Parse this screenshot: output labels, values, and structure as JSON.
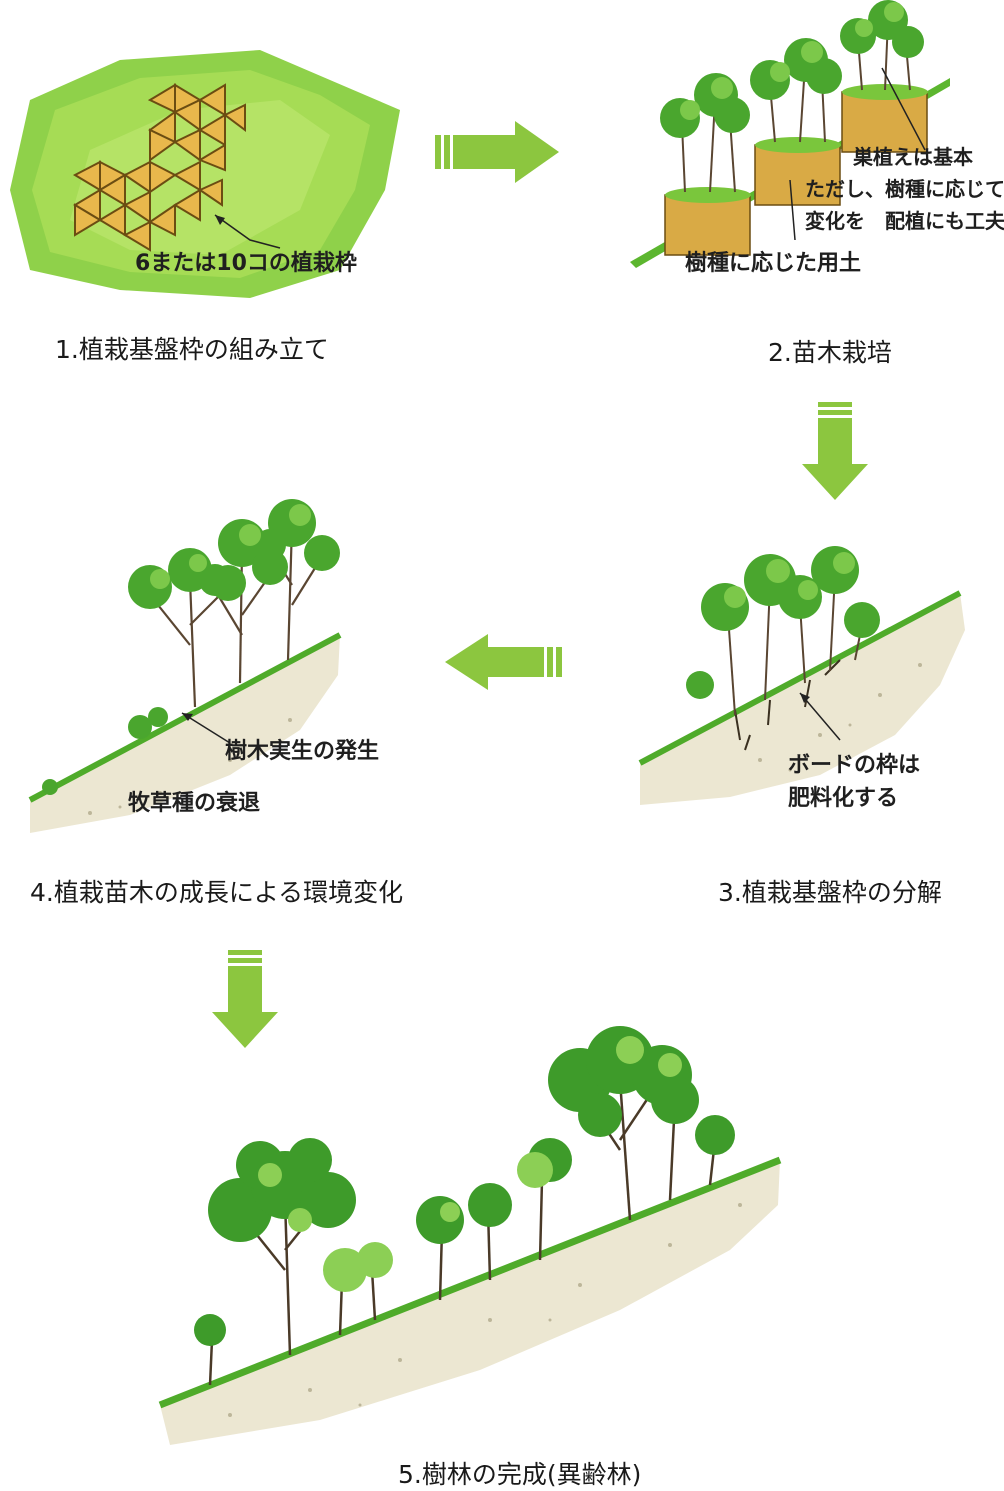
{
  "steps": [
    {
      "caption": "1.植栽基盤枠の組み立て",
      "annotations": [
        "6または10コの植栽枠"
      ]
    },
    {
      "caption": "2.苗木栽培",
      "annotations": [
        "巣植えは基本",
        "ただし、樹種に応じて",
        "変化を　配植にも工夫",
        "樹種に応じた用土"
      ]
    },
    {
      "caption": "3.植栽基盤枠の分解",
      "annotations": [
        "ボードの枠は",
        "肥料化する"
      ]
    },
    {
      "caption": "4.植栽苗木の成長による環境変化",
      "annotations": [
        "樹木実生の発生",
        "牧草種の衰退"
      ]
    },
    {
      "caption": "5.樹林の完成(異齢林)",
      "annotations": []
    }
  ],
  "colors": {
    "arrow": "#8cc63f",
    "grass": "#8cd13a",
    "foliage": "#3e9b2a",
    "soil": "#e9e4cf",
    "frame": "#c9a040"
  }
}
